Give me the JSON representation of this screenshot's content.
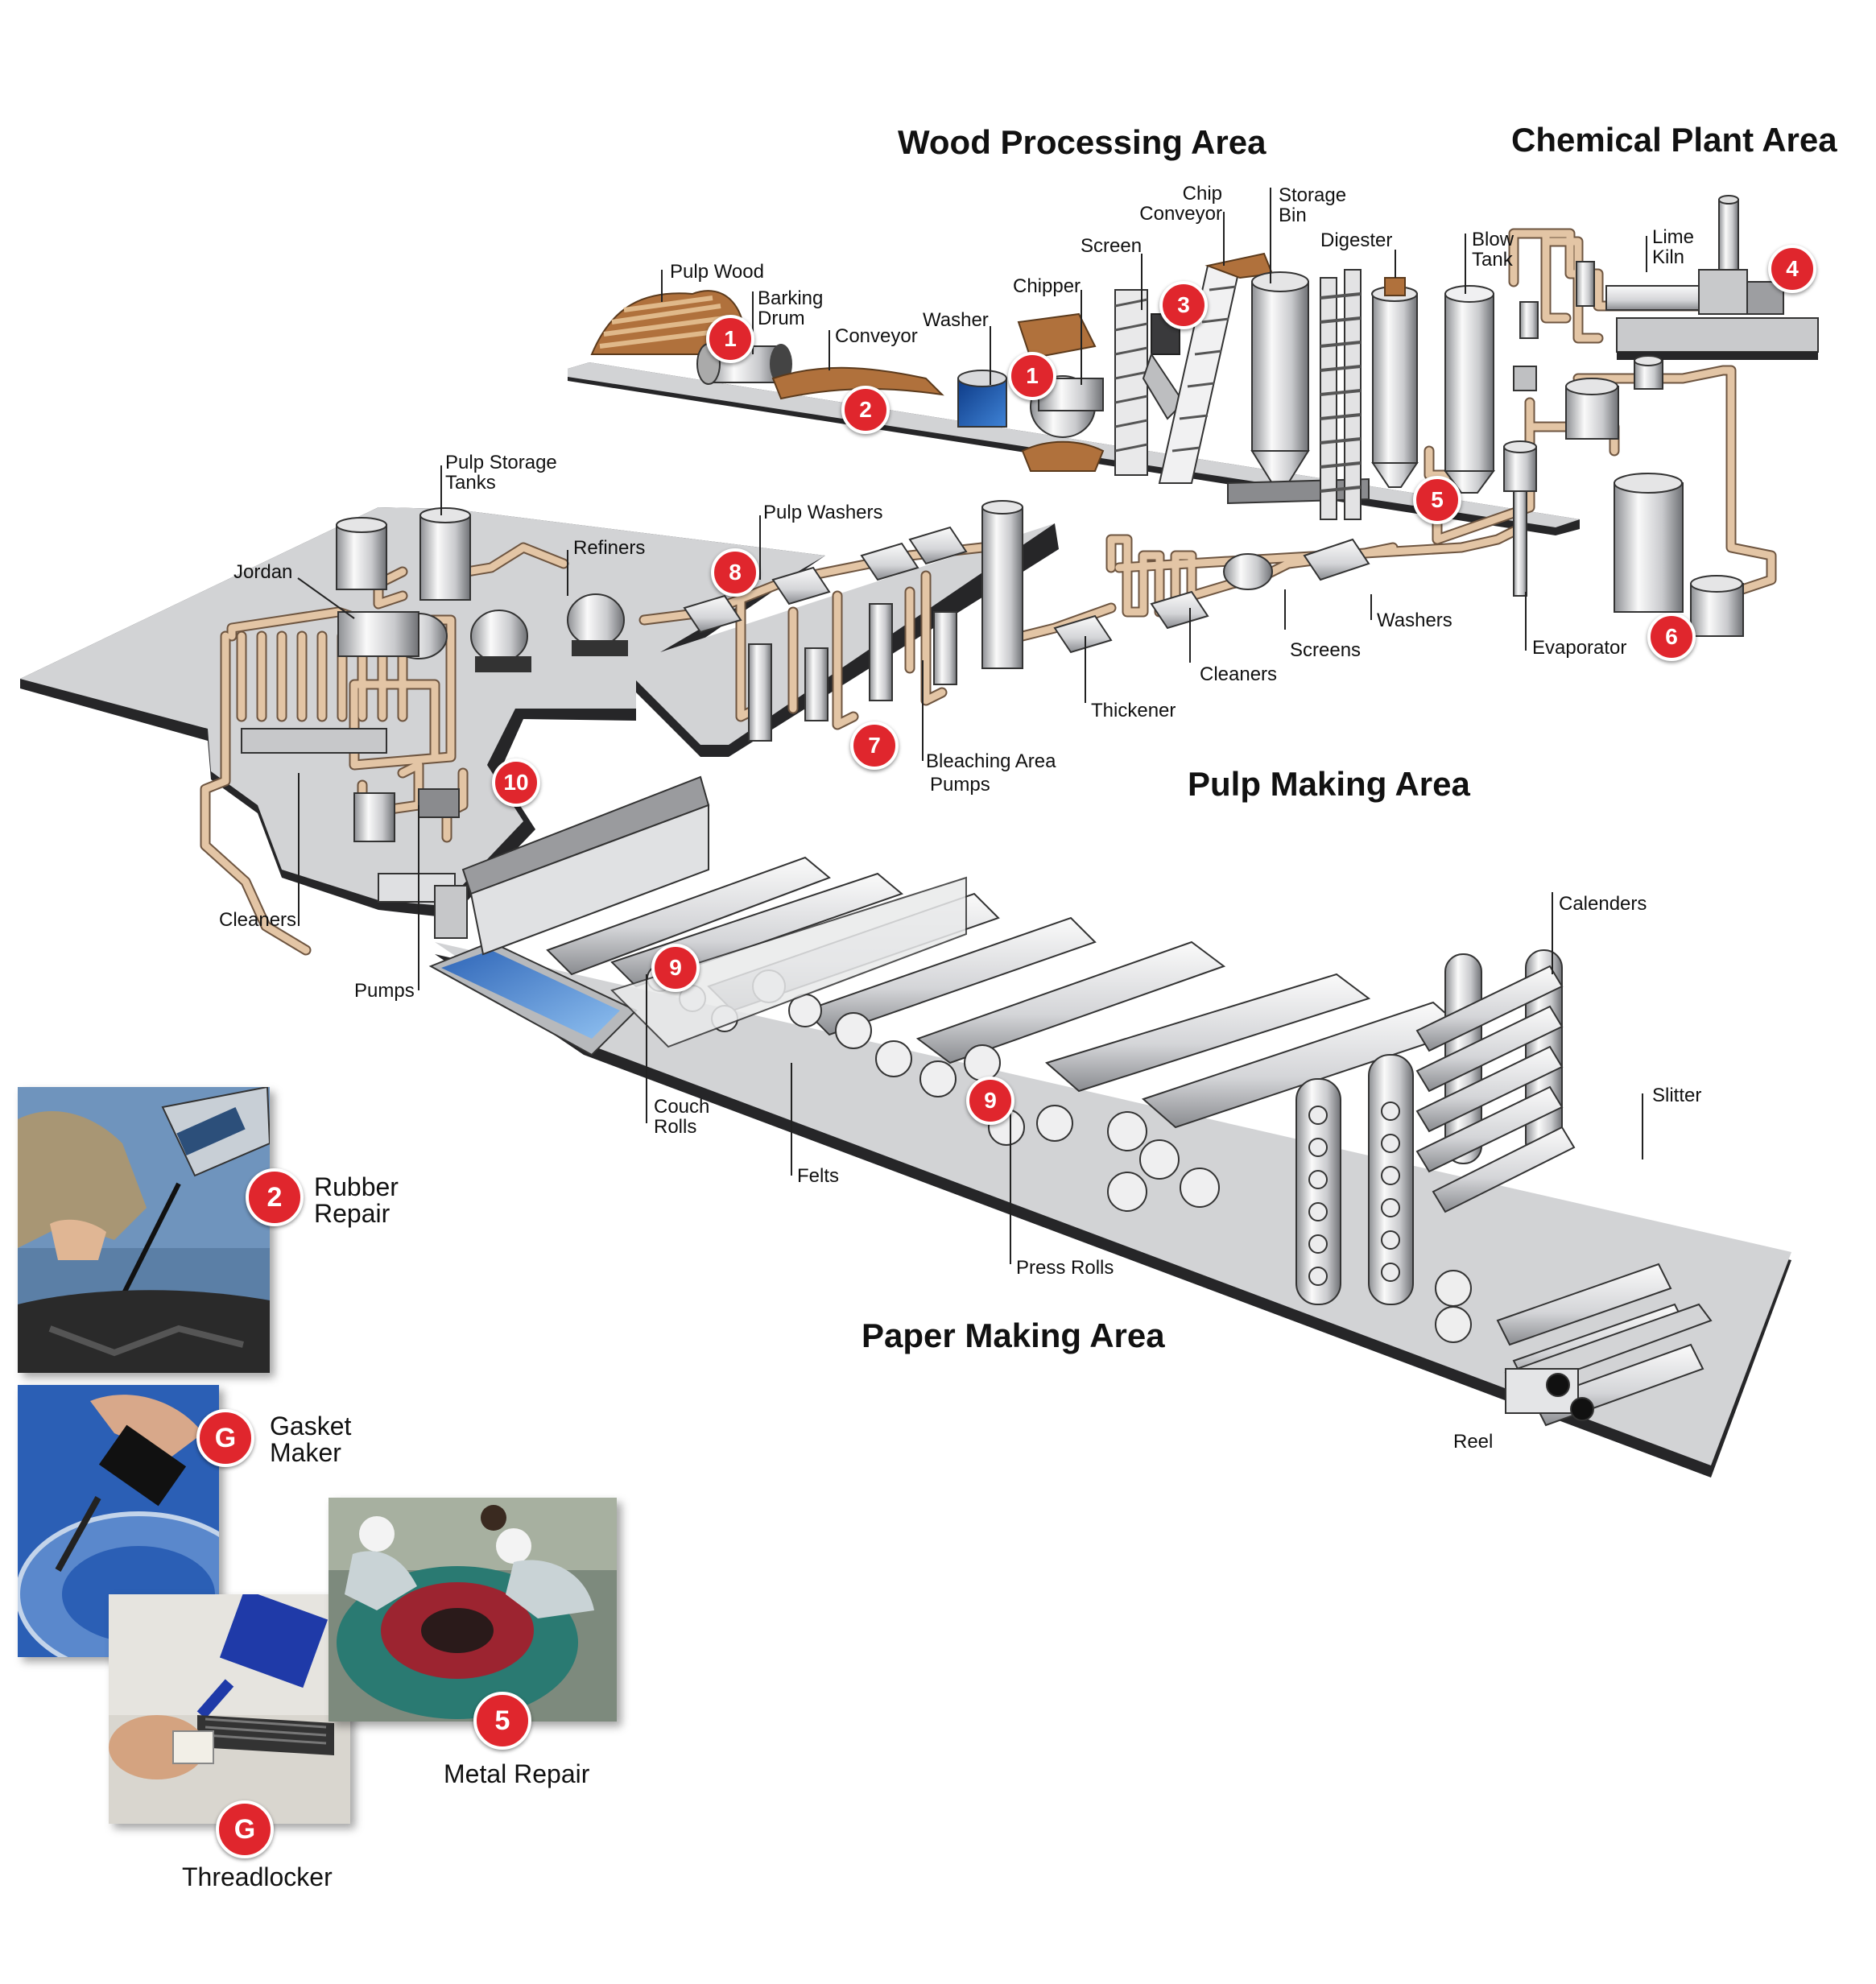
{
  "areas": {
    "wood": "Wood Processing Area",
    "chemical": "Chemical Plant Area",
    "pulp": "Pulp Making Area",
    "paper": "Paper Making Area"
  },
  "labels": {
    "pulp_wood": "Pulp Wood",
    "barking_drum": "Barking\nDrum",
    "conveyor": "Conveyor",
    "washer": "Washer",
    "chipper": "Chipper",
    "screen": "Screen",
    "chip_conveyor": "Chip\nConveyor",
    "storage_bin": "Storage\nBin",
    "digester": "Digester",
    "blow_tank": "Blow\nTank",
    "lime_kiln": "Lime\nKiln",
    "pulp_storage_tanks": "Pulp Storage\nTanks",
    "jordan": "Jordan",
    "refiners": "Refiners",
    "pulp_washers": "Pulp Washers",
    "washers": "Washers",
    "screens": "Screens",
    "cleaners_pulp": "Cleaners",
    "thickener": "Thickener",
    "bleaching_area": "Bleaching Area",
    "pumps_pulp": "Pumps",
    "evaporator": "Evaporator",
    "cleaners_paper": "Cleaners",
    "pumps_paper": "Pumps",
    "couch_rolls": "Couch\nRolls",
    "felts": "Felts",
    "press_rolls": "Press Rolls",
    "calenders": "Calenders",
    "slitter": "Slitter",
    "reel": "Reel"
  },
  "markers": {
    "m1a": "1",
    "m1b": "1",
    "m2": "2",
    "m3": "3",
    "m4": "4",
    "m5": "5",
    "m6": "6",
    "m7": "7",
    "m8": "8",
    "m9a": "9",
    "m9b": "9",
    "m10": "10"
  },
  "products": [
    {
      "marker": "2",
      "label": "Rubber\nRepair"
    },
    {
      "marker": "G",
      "label": "Gasket\nMaker"
    },
    {
      "marker": "G",
      "label": "Threadlocker"
    },
    {
      "marker": "5",
      "label": "Metal Repair"
    }
  ],
  "colors": {
    "marker": "#e0262d",
    "pipe": "#e3c5a5",
    "floor": "#d2d3d5",
    "floor_edge": "#262628",
    "wood": "#b0713c",
    "water": "#3f7fd1"
  }
}
